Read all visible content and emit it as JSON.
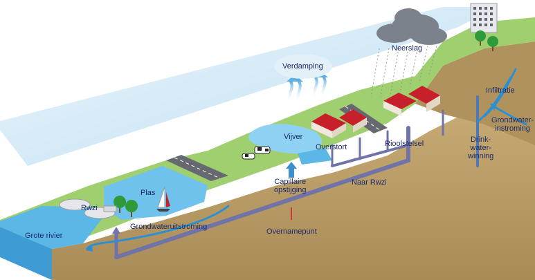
{
  "labels": {
    "grote_rivier": "Grote rivier",
    "rwzi": "Rwzi",
    "plas": "Plas",
    "grondwateruitstroming": "Grondwateruitstroming",
    "overnamepunt": "Overnamepunt",
    "capillaire_opstijging": "Capillaire\nopstijging",
    "vijver": "Vijver",
    "overstort": "Overstort",
    "naar_rwzi": "Naar Rwzi",
    "rioolstelsel": "Rioolstelsel",
    "verdamping": "Verdamping",
    "neerslag": "Neerslag",
    "infiltratie": "Infiltratie",
    "drinkwaterwinning": "Drink-\nwater-\nwinning",
    "grondwaterinstroming": "Grondwater-\ninstroming"
  },
  "colors": {
    "sky": "#c9e4f4",
    "grass": "#9fcf6e",
    "soil": "#b99a64",
    "water": "#5bb7e6",
    "pipe": "#6f73a8",
    "flow_arrow": "#2e8fd0",
    "label_text": "#1b2a6b",
    "house_roof": "#c8202a"
  },
  "icons": [
    "cloud-icon",
    "rain-icon",
    "building-icon",
    "tree-icon",
    "house-icon",
    "cow-icon",
    "sailboat-icon",
    "treatment-plant-icon"
  ]
}
